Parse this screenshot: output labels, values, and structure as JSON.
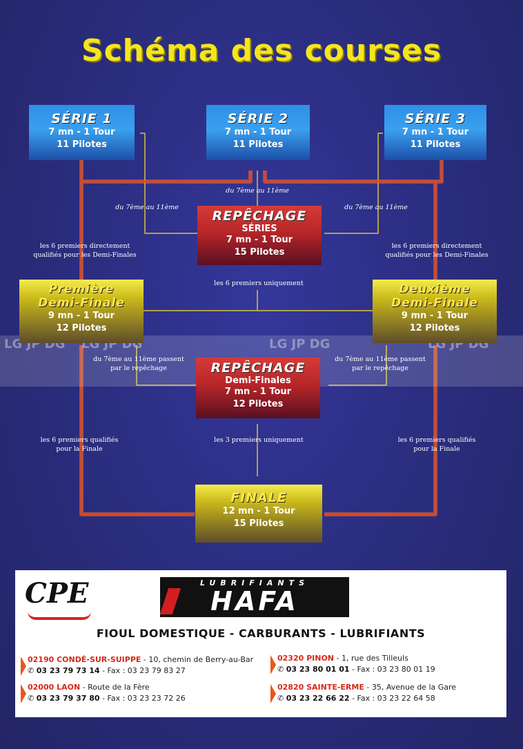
{
  "title": "Schéma des courses",
  "boxes": {
    "serie1": {
      "title": "SÉRIE 1",
      "line1": "7 mn - 1 Tour",
      "line2": "11 Pilotes"
    },
    "serie2": {
      "title": "SÉRIE 2",
      "line1": "7 mn - 1 Tour",
      "line2": "11 Pilotes"
    },
    "serie3": {
      "title": "SÉRIE 3",
      "line1": "7 mn - 1 Tour",
      "line2": "11 Pilotes"
    },
    "repechage_series": {
      "title": "REPÊCHAGE",
      "subtitle": "SÉRIES",
      "line1": "7 mn - 1 Tour",
      "line2": "15 Pilotes"
    },
    "demi1": {
      "title1": "Première",
      "title2": "Demi-Finale",
      "line1": "9 mn - 1 Tour",
      "line2": "12 Pilotes"
    },
    "demi2": {
      "title1": "Deuxième",
      "title2": "Demi-Finale",
      "line1": "9 mn - 1 Tour",
      "line2": "12 Pilotes"
    },
    "repechage_demi": {
      "title": "REPÊCHAGE",
      "subtitle": "Demi-Finales",
      "line1": "7 mn - 1 Tour",
      "line2": "12 Pilotes"
    },
    "finale": {
      "title": "FINALE",
      "line1": "12 mn - 1 Tour",
      "line2": "15 Pilotes"
    }
  },
  "notes": {
    "top_center": "du 7ème au 11ème",
    "left_series": "du 7ème au 11ème",
    "right_series": "du 7ème au 11ème",
    "left_direct_1": "les 6 premiers directement",
    "left_direct_2": "qualifiés pour les Demi-Finales",
    "right_direct_1": "les 6 premiers directement",
    "right_direct_2": "qualifiés pour les Demi-Finales",
    "six_only": "les 6 premiers uniquement",
    "left_pass_1": "du 7ème au 11ème passent",
    "left_pass_2": "par le repêchage",
    "right_pass_1": "du 7ème au 11ème passent",
    "right_pass_2": "par le repêchage",
    "left_final_1": "les 6 premiers qualifiés",
    "left_final_2": "pour la Finale",
    "right_final_1": "les 6 premiers qualifiés",
    "right_final_2": "pour la Finale",
    "three_only": "les 3 premiers uniquement"
  },
  "watermark": "LG JP DG",
  "footer": {
    "cpe_logo": "CPE",
    "hafa_top": "LUBRIFIANTS",
    "hafa_logo": "HAFA",
    "tagline": "FIOUL DOMESTIQUE - CARBURANTS - LUBRIFIANTS",
    "addresses": [
      {
        "city": "02190 CONDÉ-SUR-SUIPPE",
        "street": " - 10, chemin de Berry-au-Bar",
        "tel": "03 23 79 73 14",
        "fax": " - Fax : 03 23 79 83 27"
      },
      {
        "city": "02000 LAON",
        "street": " - Route de la Fère",
        "tel": "03 23 79 37 80",
        "fax": " - Fax : 03 23 23 72 26"
      },
      {
        "city": "02320 PINON",
        "street": " - 1, rue des Tilleuls",
        "tel": "03 23 80 01 01",
        "fax": " - Fax : 03 23 80 01 19"
      },
      {
        "city": "02820 SAINTE-ERME",
        "street": " - 35, Avenue de la Gare",
        "tel": "03 23 22 66 22",
        "fax": " - Fax : 03 23 22 64 58"
      }
    ],
    "phone_icon": "phone-icon"
  },
  "colors": {
    "background": "#2b2d7a",
    "title": "#f5e51c",
    "red_line": "#e8421e",
    "yellow_line": "#d8c23a",
    "blue_box": "#2f8fe6",
    "red_box": "#b72628",
    "yellow_box": "#f3ec4c"
  }
}
